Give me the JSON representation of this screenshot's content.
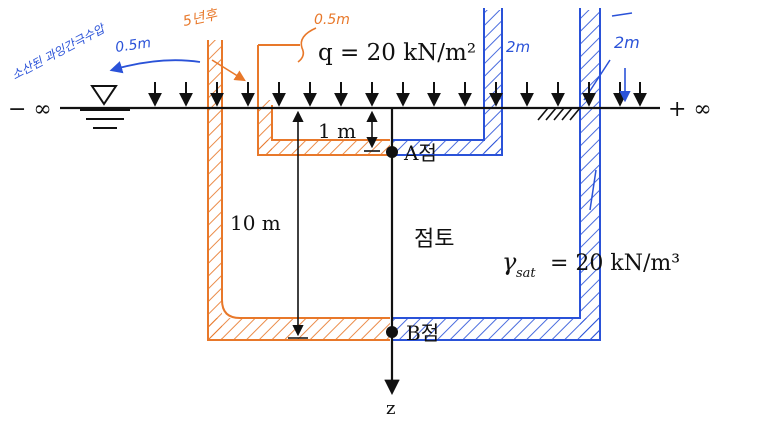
{
  "labels": {
    "neg_infinity": "− ∞",
    "pos_infinity": "+ ∞",
    "surcharge": "q = 20 kN/m²",
    "dim_1m": "1 m",
    "dim_10m": "10 m",
    "point_a": "A점",
    "point_b": "B점",
    "soil_name": "점토",
    "unit_weight_symbol": "γ",
    "unit_weight_sub": "sat",
    "unit_weight_value": "= 20 kN/m³",
    "z_axis": "z"
  },
  "handwritten": {
    "orange_half_m": "0.5m",
    "orange_5yr": "5년후",
    "blue_half_m": "0.5m",
    "blue_excess_pressure": "소산된 과잉간극수압",
    "blue_2m_a": "2m",
    "blue_2m_b": "2m"
  },
  "colors": {
    "ink": "#111111",
    "orange": "#e8782a",
    "blue": "#2a52d8"
  }
}
